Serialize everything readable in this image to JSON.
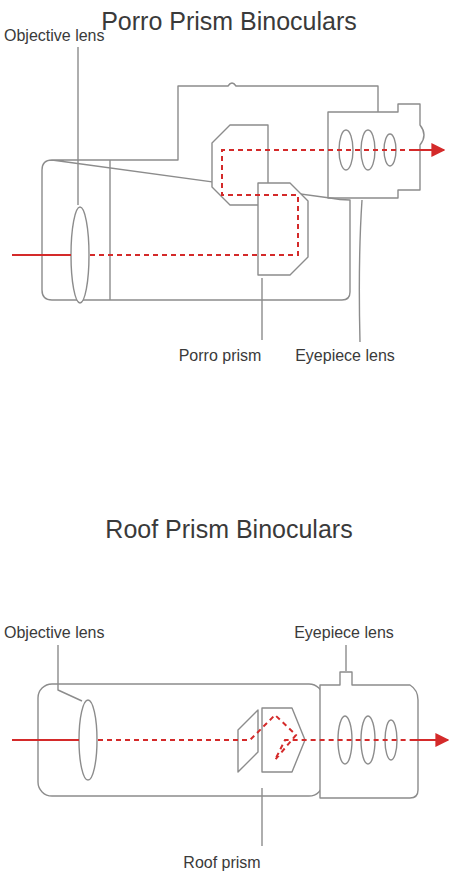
{
  "diagram": {
    "labels": [
      "Porro Prism Binoculars",
      "Objective lens",
      "Porro prism",
      "Eyepiece lens",
      "Roof Prism Binoculars",
      "Objective lens",
      "Eyepiece lens",
      "Roof prism"
    ]
  }
}
